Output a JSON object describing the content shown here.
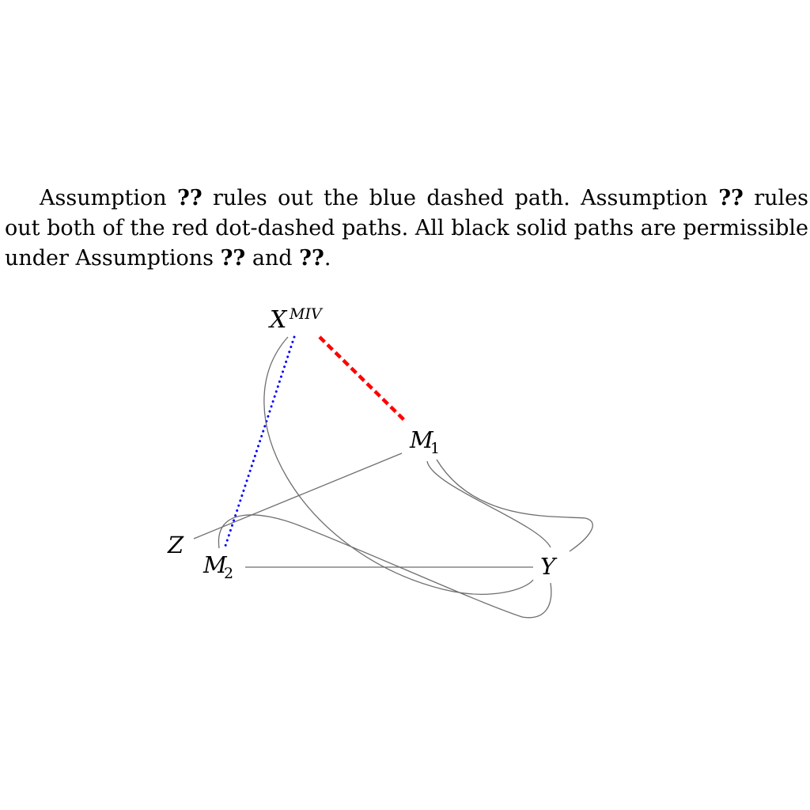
{
  "caption": {
    "part1": "Assumption ",
    "ref1": "??",
    "part2": " rules out the blue dashed path. Assumption ",
    "ref2": "??",
    "part3": " rules out both of the red dot-dashed paths. All black solid paths are permissible under Assumptions ",
    "ref3": "??",
    "part4": " and ",
    "ref4": "??",
    "part5": "."
  },
  "nodes": {
    "x": {
      "base": "X",
      "sup": "MIV"
    },
    "m1": {
      "base": "M",
      "sub": "1"
    },
    "z": {
      "base": "Z"
    },
    "m2": {
      "base": "M",
      "sub": "2"
    },
    "y": {
      "base": "Y"
    }
  },
  "colors": {
    "blue_path": "#0000ff",
    "red_path": "#ff0000",
    "solid_path": "#6e6e6e"
  }
}
